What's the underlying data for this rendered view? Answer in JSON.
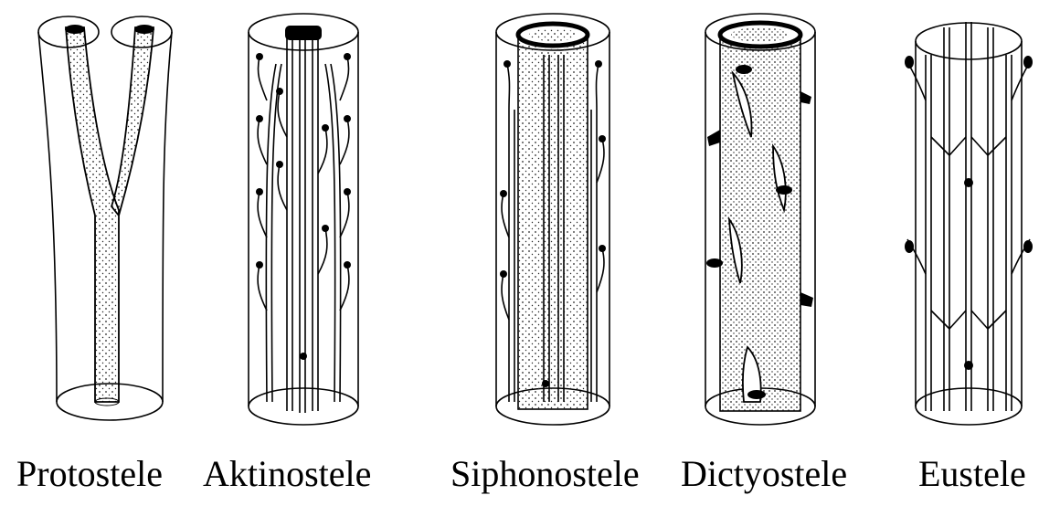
{
  "figure": {
    "steles": [
      {
        "id": "protostele",
        "label": "Protostele"
      },
      {
        "id": "aktinostele",
        "label": "Aktinostele"
      },
      {
        "id": "siphonostele",
        "label": "Siphonostele"
      },
      {
        "id": "dictyostele",
        "label": "Dictyostele"
      },
      {
        "id": "eustele",
        "label": "Eustele"
      }
    ],
    "colors": {
      "ink": "#000000",
      "paper": "#ffffff",
      "stipple": "#222222"
    }
  }
}
